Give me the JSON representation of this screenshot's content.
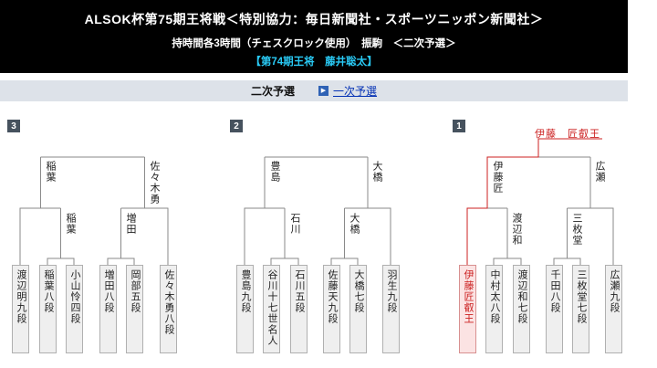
{
  "header": {
    "title": "ALSOK杯第75期王将戦＜特別協力：毎日新聞社・スポーツニッポン新聞社＞",
    "subtitle": "持時間各3時間（チェスクロック使用）　振駒　＜二次予選＞",
    "champion": "【第74期王将　藤井聡太】"
  },
  "nav": {
    "current_label": "二次予選",
    "link_label": "一次予選",
    "arrow_icon": "▶"
  },
  "colors": {
    "header_bg": "#000000",
    "champion_text": "#29c9f4",
    "nav_bg": "#dde2e9",
    "link": "#0431b4",
    "bracket_line": "#8a8a8a",
    "winner_line": "#cc2222",
    "highlight_bg": "#fbe3e3"
  },
  "blocks": [
    {
      "number": "3",
      "semifinal_labels": {
        "left": "稲葉",
        "right": "佐々木勇"
      },
      "first_round_labels": {
        "left": "稲葉",
        "right": "増田"
      },
      "players": [
        {
          "name": "渡辺明九段"
        },
        {
          "name": "稲葉八段"
        },
        {
          "name": "小山怜四段"
        },
        {
          "name": "増田八段"
        },
        {
          "name": "岡部五段"
        },
        {
          "name": "佐々木勇八段"
        }
      ]
    },
    {
      "number": "2",
      "semifinal_labels": {
        "left": "豊島",
        "right": "大橋"
      },
      "first_round_labels": {
        "left": "石川",
        "right": "大橋"
      },
      "players": [
        {
          "name": "豊島九段"
        },
        {
          "name": "谷川十七世名人"
        },
        {
          "name": "石川五段"
        },
        {
          "name": "佐藤天九段"
        },
        {
          "name": "大橋七段"
        },
        {
          "name": "羽生九段"
        }
      ]
    },
    {
      "number": "1",
      "winner": "伊藤　匠叡王",
      "semifinal_labels": {
        "left": "伊藤匠",
        "right": "広瀬"
      },
      "first_round_labels": {
        "left": "渡辺和",
        "right": "三枚堂"
      },
      "players": [
        {
          "name": "伊藤匠叡王",
          "highlight": true
        },
        {
          "name": "中村太八段"
        },
        {
          "name": "渡辺和七段"
        },
        {
          "name": "千田八段"
        },
        {
          "name": "三枚堂七段"
        },
        {
          "name": "広瀬九段"
        }
      ]
    }
  ]
}
